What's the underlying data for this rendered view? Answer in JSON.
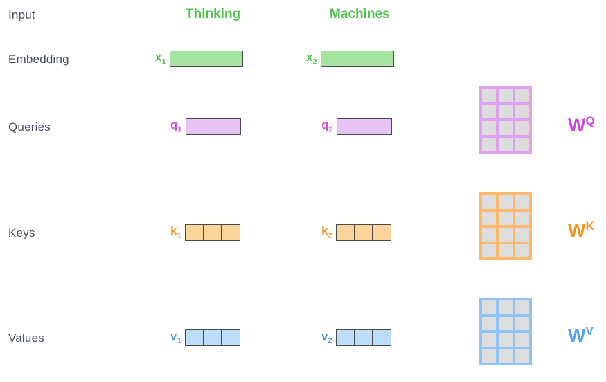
{
  "diagram": {
    "title_row": {
      "input_label": "Input",
      "columns": [
        {
          "name": "Thinking",
          "color": "#4cc14c"
        },
        {
          "name": "Machines",
          "color": "#4cc14c"
        }
      ]
    },
    "rows": [
      {
        "id": "embedding",
        "label": "Embedding",
        "color": "#3ec23e",
        "cells": 4,
        "vectors": [
          {
            "label": "x",
            "sub": "1"
          },
          {
            "label": "x",
            "sub": "2"
          }
        ]
      },
      {
        "id": "queries",
        "label": "Queries",
        "color": "#d04fe0",
        "cells": 3,
        "vectors": [
          {
            "label": "q",
            "sub": "1"
          },
          {
            "label": "q",
            "sub": "2"
          }
        ],
        "weight": {
          "label": "W",
          "sup": "Q",
          "rows": 4,
          "cols": 3,
          "color": "#cc45dd"
        }
      },
      {
        "id": "keys",
        "label": "Keys",
        "color": "#f59324",
        "cells": 3,
        "vectors": [
          {
            "label": "k",
            "sub": "1"
          },
          {
            "label": "k",
            "sub": "2"
          }
        ],
        "weight": {
          "label": "W",
          "sup": "K",
          "rows": 4,
          "cols": 3,
          "color": "#f7941e"
        }
      },
      {
        "id": "values",
        "label": "Values",
        "color": "#4a9ae0",
        "cells": 3,
        "vectors": [
          {
            "label": "v",
            "sub": "1"
          },
          {
            "label": "v",
            "sub": "2"
          }
        ],
        "weight": {
          "label": "W",
          "sup": "V",
          "rows": 4,
          "cols": 3,
          "color": "#56a5ea"
        }
      }
    ]
  }
}
